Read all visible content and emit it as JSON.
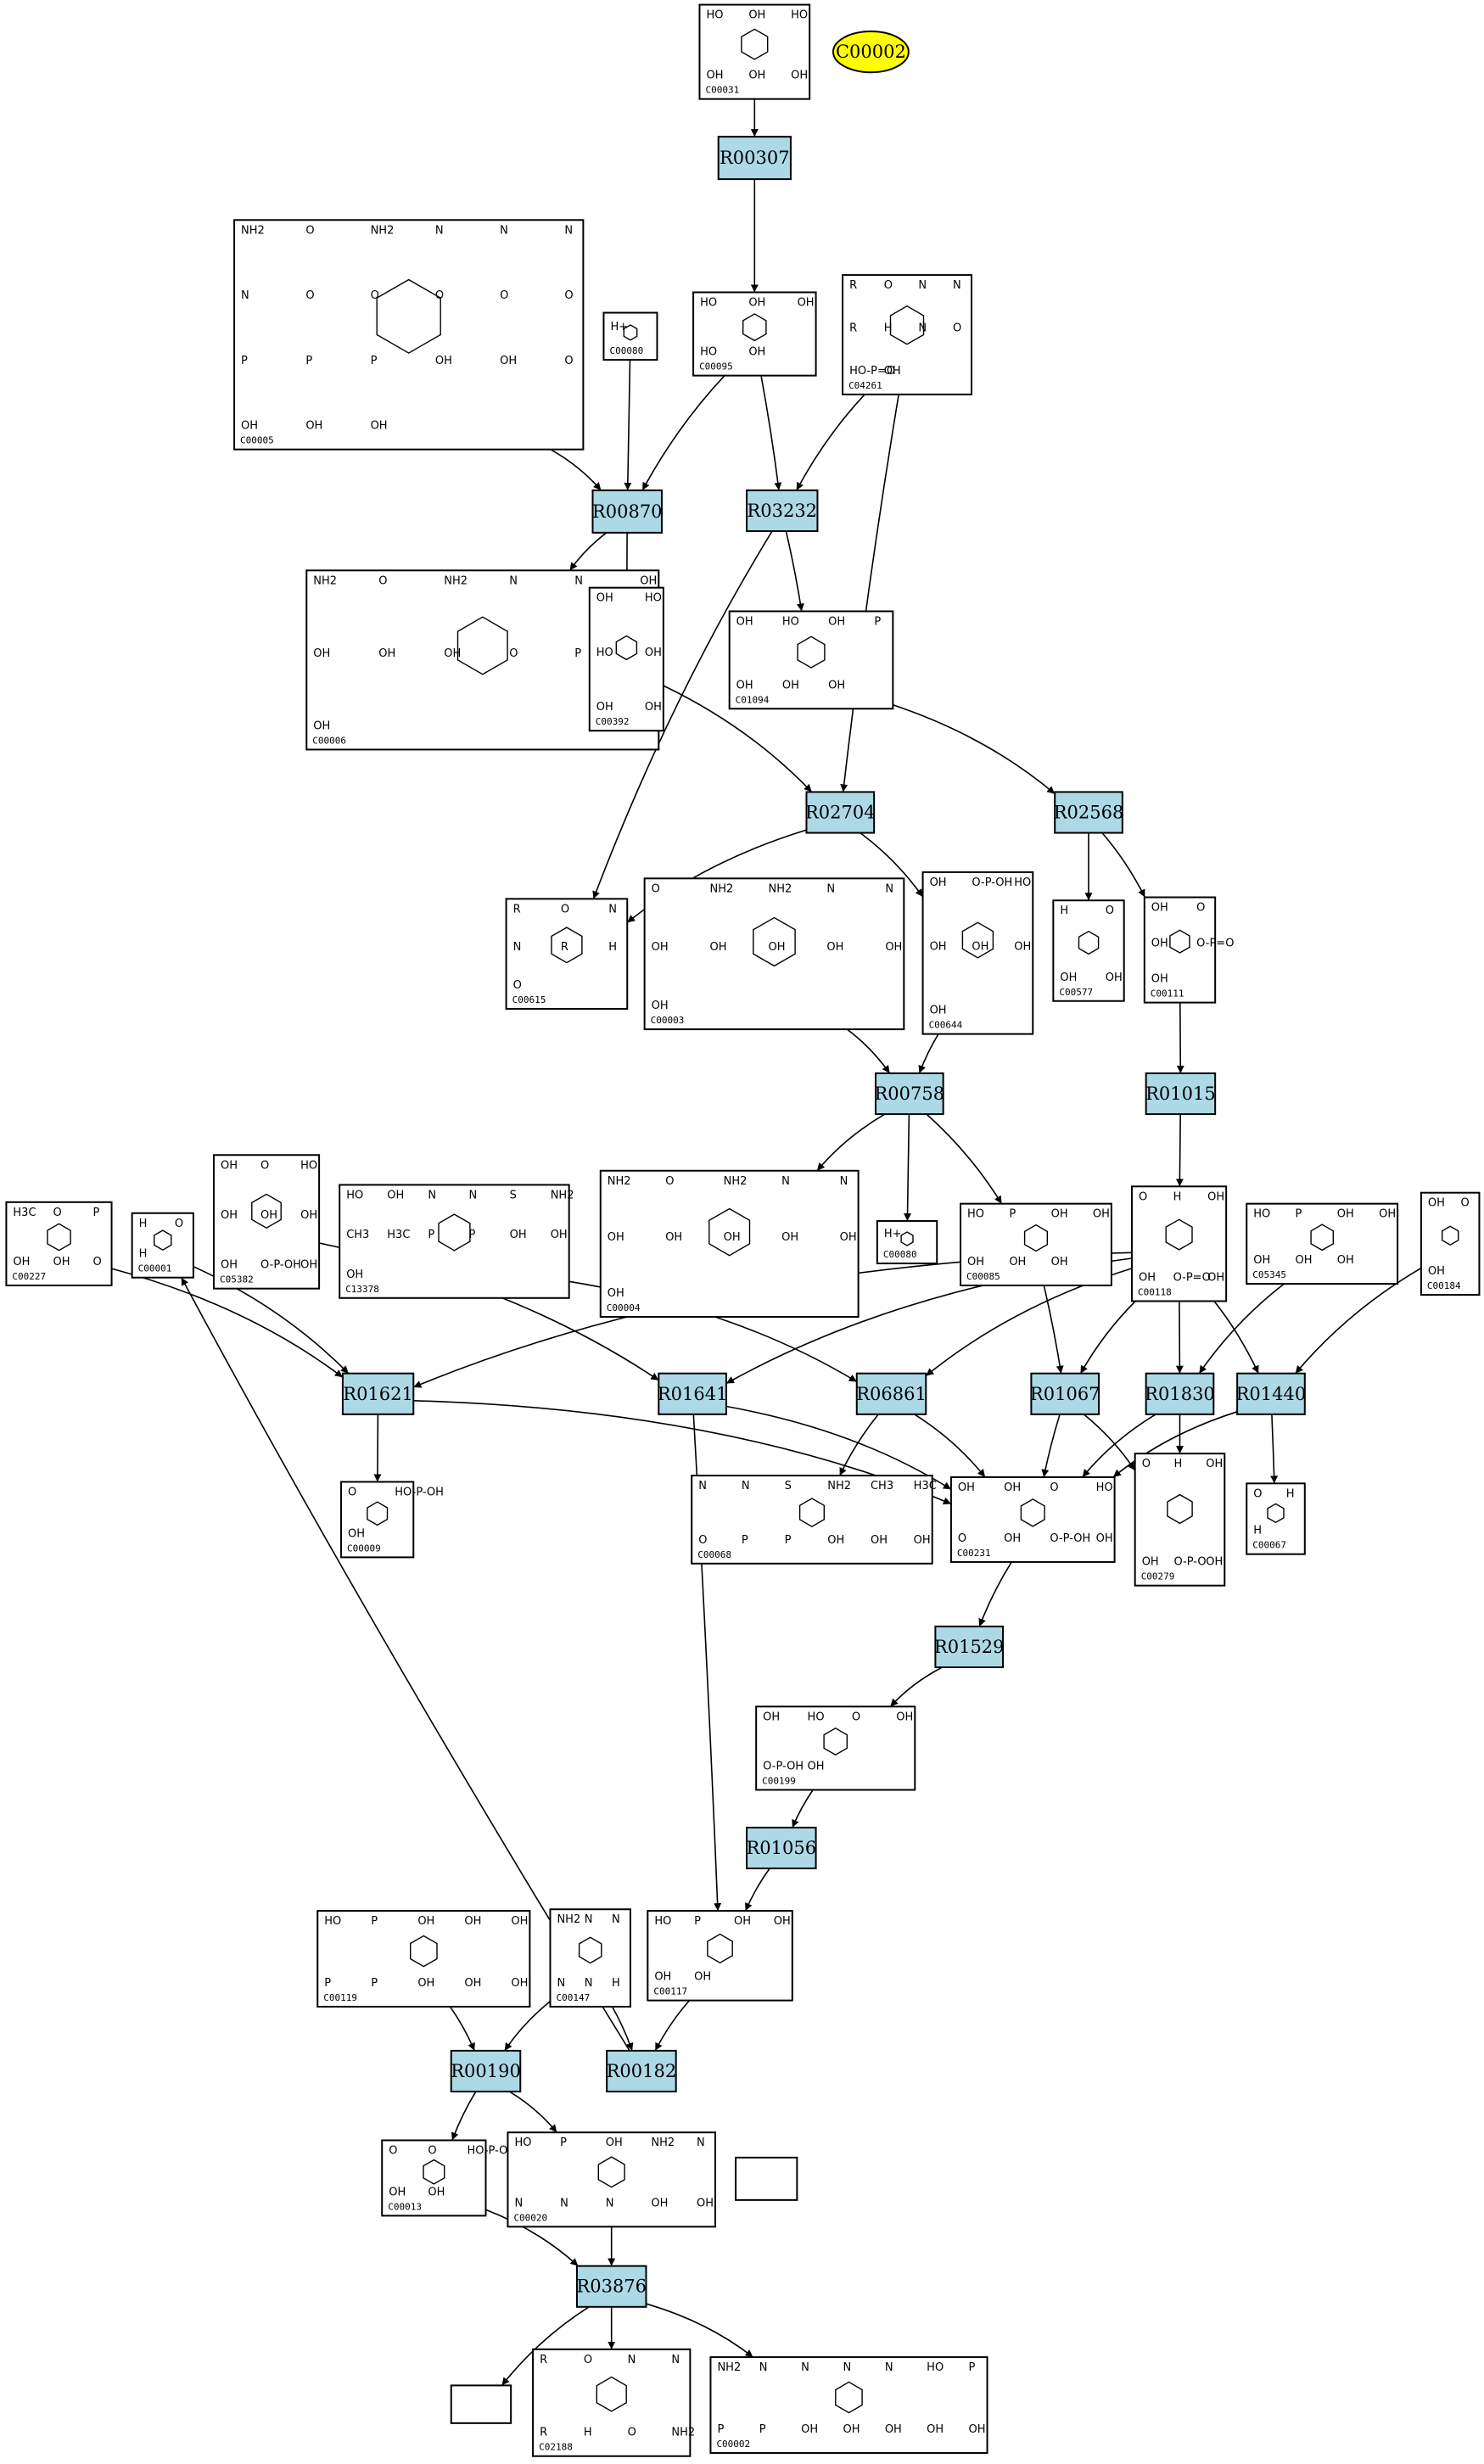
{
  "colors": {
    "reaction_fill": "#add8e6",
    "highlight_fill": "#ffff00",
    "line": "#000000",
    "background": "#ffffff"
  },
  "highlight": {
    "label": "C00002"
  },
  "compounds": [
    {
      "id": "C00031",
      "atoms": [
        "HO",
        "OH",
        "HO",
        "OH",
        "OH",
        "OH"
      ]
    },
    {
      "id": "C00005",
      "atoms": [
        "NH2",
        "O",
        "NH2",
        "N",
        "N",
        "N",
        "N",
        "O",
        "O",
        "O",
        "O",
        "O",
        "P",
        "P",
        "P",
        "OH",
        "OH",
        "O",
        "OH",
        "OH",
        "OH"
      ]
    },
    {
      "id": "C00080",
      "atoms": [
        "H+"
      ]
    },
    {
      "id": "C00095",
      "atoms": [
        "HO",
        "OH",
        "OH",
        "HO",
        "OH"
      ]
    },
    {
      "id": "C04261",
      "atoms": [
        "R",
        "O",
        "N",
        "N",
        "R",
        "H",
        "N",
        "O",
        "HO-P=O",
        "OH"
      ]
    },
    {
      "id": "C00006",
      "atoms": [
        "NH2",
        "O",
        "NH2",
        "N",
        "N",
        "OH",
        "OH",
        "OH",
        "OH",
        "O",
        "P",
        "OH",
        "OH"
      ]
    },
    {
      "id": "C00392",
      "atoms": [
        "OH",
        "HO",
        "HO",
        "OH",
        "OH",
        "OH"
      ]
    },
    {
      "id": "C01094",
      "atoms": [
        "OH",
        "HO",
        "OH",
        "P",
        "OH",
        "OH",
        "OH"
      ]
    },
    {
      "id": "C00615",
      "atoms": [
        "R",
        "O",
        "N",
        "N",
        "R",
        "H",
        "O"
      ]
    },
    {
      "id": "C00003",
      "atoms": [
        "O",
        "NH2",
        "NH2",
        "N",
        "N",
        "OH",
        "OH",
        "OH",
        "OH",
        "OH",
        "OH"
      ]
    },
    {
      "id": "C00644",
      "atoms": [
        "OH",
        "O-P-OH",
        "HO",
        "OH",
        "OH",
        "OH",
        "OH"
      ]
    },
    {
      "id": "C00577",
      "atoms": [
        "H",
        "O",
        "OH",
        "OH"
      ]
    },
    {
      "id": "C00111",
      "atoms": [
        "OH",
        "O",
        "OH",
        "O-P=O",
        "OH"
      ]
    },
    {
      "id": "C00227",
      "atoms": [
        "H3C",
        "O",
        "P",
        "OH",
        "OH",
        "O"
      ]
    },
    {
      "id": "C00001",
      "atoms": [
        "H",
        "O",
        "H"
      ]
    },
    {
      "id": "C05382",
      "atoms": [
        "OH",
        "O",
        "HO",
        "OH",
        "OH",
        "OH",
        "OH",
        "O-P-OH",
        "OH"
      ]
    },
    {
      "id": "C13378",
      "atoms": [
        "HO",
        "OH",
        "N",
        "N",
        "S",
        "NH2",
        "CH3",
        "H3C",
        "P",
        "P",
        "OH",
        "OH",
        "OH"
      ]
    },
    {
      "id": "C00004",
      "atoms": [
        "NH2",
        "O",
        "NH2",
        "N",
        "N",
        "OH",
        "OH",
        "OH",
        "OH",
        "OH",
        "OH"
      ]
    },
    {
      "id": "C00080",
      "atoms": [
        "H+"
      ]
    },
    {
      "id": "C00085",
      "atoms": [
        "HO",
        "P",
        "OH",
        "OH",
        "OH",
        "OH",
        "OH"
      ]
    },
    {
      "id": "C00118",
      "atoms": [
        "O",
        "H",
        "OH",
        "OH",
        "O-P=O",
        "OH"
      ]
    },
    {
      "id": "C05345",
      "atoms": [
        "HO",
        "P",
        "OH",
        "OH",
        "OH",
        "OH",
        "OH"
      ]
    },
    {
      "id": "C00184",
      "atoms": [
        "OH",
        "O",
        "OH"
      ]
    },
    {
      "id": "C00009",
      "atoms": [
        "O",
        "HO-P-OH",
        "OH"
      ]
    },
    {
      "id": "C00068",
      "atoms": [
        "N",
        "N",
        "S",
        "NH2",
        "CH3",
        "H3C",
        "O",
        "P",
        "P",
        "OH",
        "OH",
        "OH"
      ]
    },
    {
      "id": "C00231",
      "atoms": [
        "OH",
        "OH",
        "O",
        "HO",
        "O",
        "OH",
        "O-P-OH",
        "OH"
      ]
    },
    {
      "id": "C00279",
      "atoms": [
        "O",
        "H",
        "OH",
        "OH",
        "O-P-O",
        "OH"
      ]
    },
    {
      "id": "C00067",
      "atoms": [
        "O",
        "H",
        "H"
      ]
    },
    {
      "id": "C00199",
      "atoms": [
        "OH",
        "HO",
        "O",
        "OH",
        "O-P-OH",
        "OH"
      ]
    },
    {
      "id": "C00119",
      "atoms": [
        "HO",
        "P",
        "OH",
        "OH",
        "OH",
        "P",
        "P",
        "OH",
        "OH",
        "OH"
      ]
    },
    {
      "id": "C00147",
      "atoms": [
        "NH2",
        "N",
        "N",
        "N",
        "N",
        "H"
      ]
    },
    {
      "id": "C00117",
      "atoms": [
        "HO",
        "P",
        "OH",
        "OH",
        "OH",
        "OH"
      ]
    },
    {
      "id": "C00013",
      "atoms": [
        "O",
        "O",
        "HO-P-O-P-OH",
        "OH",
        "OH"
      ]
    },
    {
      "id": "C00020",
      "atoms": [
        "HO",
        "P",
        "OH",
        "NH2",
        "N",
        "N",
        "N",
        "N",
        "OH",
        "OH"
      ]
    },
    {
      "id": "",
      "atoms": []
    },
    {
      "id": "",
      "atoms": []
    },
    {
      "id": "C02188",
      "atoms": [
        "R",
        "O",
        "N",
        "N",
        "R",
        "H",
        "O",
        "NH2"
      ]
    },
    {
      "id": "C00002",
      "atoms": [
        "NH2",
        "N",
        "N",
        "N",
        "N",
        "HO",
        "P",
        "P",
        "P",
        "OH",
        "OH",
        "OH",
        "OH",
        "OH"
      ]
    }
  ],
  "reactions": [
    {
      "id": "R00307"
    },
    {
      "id": "R00870"
    },
    {
      "id": "R03232"
    },
    {
      "id": "R02704"
    },
    {
      "id": "R02568"
    },
    {
      "id": "R00758"
    },
    {
      "id": "R01015"
    },
    {
      "id": "R01621"
    },
    {
      "id": "R01641"
    },
    {
      "id": "R06861"
    },
    {
      "id": "R01067"
    },
    {
      "id": "R01830"
    },
    {
      "id": "R01440"
    },
    {
      "id": "R01529"
    },
    {
      "id": "R01056"
    },
    {
      "id": "R00190"
    },
    {
      "id": "R00182"
    },
    {
      "id": "R03876"
    }
  ],
  "edges": [
    [
      "C00031",
      "R00307"
    ],
    [
      "R00307",
      "C00095"
    ],
    [
      "C00005",
      "R00870"
    ],
    [
      "C00080",
      "R00870"
    ],
    [
      "C00095",
      "R00870"
    ],
    [
      "C00095",
      "R03232"
    ],
    [
      "C04261",
      "R03232"
    ],
    [
      "R00870",
      "C00006"
    ],
    [
      "R00870",
      "C00392"
    ],
    [
      "R03232",
      "C01094"
    ],
    [
      "R03232",
      "C00615"
    ],
    [
      "C04261",
      "R02704"
    ],
    [
      "C00392",
      "R02704"
    ],
    [
      "R02704",
      "C00615"
    ],
    [
      "R02704",
      "C00644"
    ],
    [
      "C01094",
      "R02568"
    ],
    [
      "R02568",
      "C00577"
    ],
    [
      "R02568",
      "C00111"
    ],
    [
      "C00003",
      "R00758"
    ],
    [
      "C00644",
      "R00758"
    ],
    [
      "R00758",
      "C00004"
    ],
    [
      "R00758",
      "C00080"
    ],
    [
      "R00758",
      "C00085"
    ],
    [
      "C00111",
      "R01015"
    ],
    [
      "R01015",
      "C00118"
    ],
    [
      "C00227",
      "R01621"
    ],
    [
      "C00001",
      "R01621"
    ],
    [
      "C00118",
      "R01621"
    ],
    [
      "C05382",
      "R01641"
    ],
    [
      "C00118",
      "R01641"
    ],
    [
      "C13378",
      "R06861"
    ],
    [
      "C00118",
      "R06861"
    ],
    [
      "C00085",
      "R01067"
    ],
    [
      "C00118",
      "R01067"
    ],
    [
      "C05345",
      "R01830"
    ],
    [
      "C00118",
      "R01830"
    ],
    [
      "C00118",
      "R01440"
    ],
    [
      "C00184",
      "R01440"
    ],
    [
      "R01621",
      "C00009"
    ],
    [
      "R01621",
      "C00231"
    ],
    [
      "R01641",
      "C00231"
    ],
    [
      "R01641",
      "C00117"
    ],
    [
      "R06861",
      "C00068"
    ],
    [
      "R06861",
      "C00231"
    ],
    [
      "R01067",
      "C00231"
    ],
    [
      "R01067",
      "C00279"
    ],
    [
      "R01830",
      "C00231"
    ],
    [
      "R01830",
      "C00279"
    ],
    [
      "R01440",
      "C00231"
    ],
    [
      "R01440",
      "C00067"
    ],
    [
      "C00231",
      "R01529"
    ],
    [
      "R01529",
      "C00199"
    ],
    [
      "C00199",
      "R01056"
    ],
    [
      "R01056",
      "C00117"
    ],
    [
      "C00119",
      "R00190"
    ],
    [
      "C00147",
      "R00190"
    ],
    [
      "C00147",
      "R00182"
    ],
    [
      "C00117",
      "R00182"
    ],
    [
      "R00190",
      "C00013"
    ],
    [
      "R00190",
      "C00020"
    ],
    [
      "R00182",
      "C00001"
    ],
    [
      "C00013",
      "R03876"
    ],
    [
      "C00020",
      "R03876"
    ],
    [
      "blank1",
      "R03876"
    ],
    [
      "R03876",
      "blank2"
    ],
    [
      "R03876",
      "C02188"
    ],
    [
      "R03876",
      "C00002"
    ]
  ]
}
